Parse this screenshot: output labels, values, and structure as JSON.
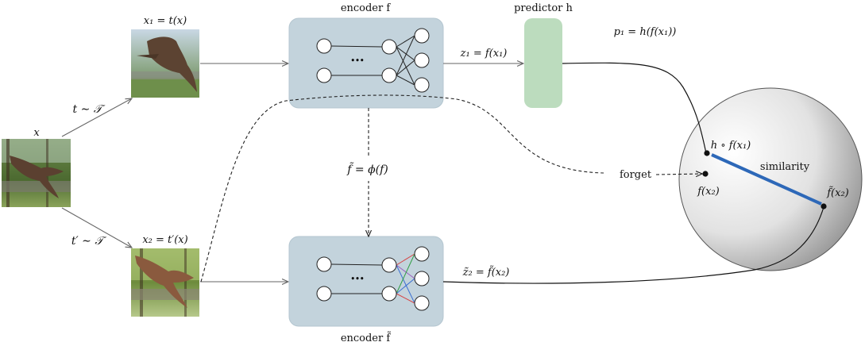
{
  "labels": {
    "x": "x",
    "x1_eq": "x₁ = t(x)",
    "x2_eq": "x₂ = t′(x)",
    "t_sample": "t ∼ 𝒯",
    "tprime_sample": "t′ ∼ 𝒯",
    "encoder_f": "encoder f",
    "encoder_ftilde": "encoder f̃",
    "predictor": "predictor h",
    "z1_eq": "z₁ = f(x₁)",
    "z2_eq": "z̃₂ = f̃(x₂)",
    "ftilde_eq": "f̃ = ϕ(f)",
    "p1_eq": "p₁ = h(f(x₁))",
    "h_of_f": "h ∘ f(x₁)",
    "f_x2": "f(x₂)",
    "ftilde_x2": "f̃(x₂)",
    "similarity": "similarity",
    "forget": "forget",
    "dots": "•••"
  },
  "colors": {
    "encoder_fill": "#c3d3dc",
    "predictor_fill": "#bcdcbe",
    "similarity_line": "#2d68b8",
    "edge_red": "#d64545",
    "edge_green": "#2f9e44",
    "edge_blue": "#3b6fd1",
    "edge_purple": "#9b5fc0"
  }
}
